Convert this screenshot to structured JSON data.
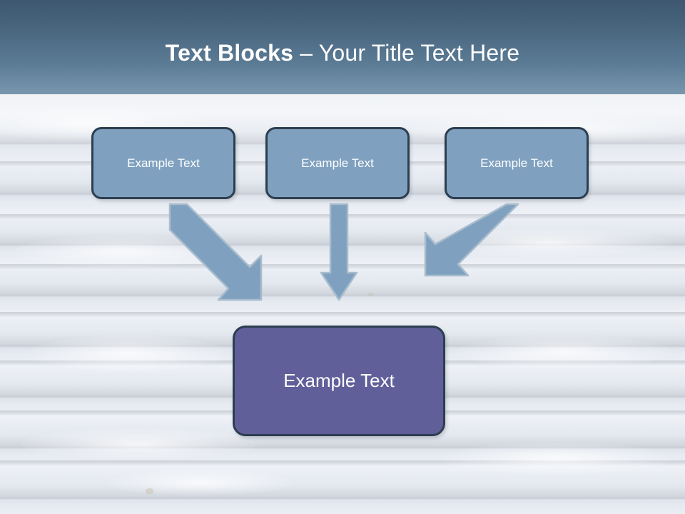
{
  "slide": {
    "title": {
      "bold_part": "Text Blocks ",
      "dash": "– ",
      "light_part": "Your Title Text Here",
      "full": "Text Blocks – Your Title Text Here"
    },
    "theme": {
      "sky_top_color": "#3d5870",
      "sky_bottom_color": "#d5dce5",
      "wood_color": "#e3e8ef",
      "node_top_fill": "#7fa1bf",
      "node_bottom_fill": "#605f99",
      "node_border": "#2c3e50",
      "arrow_fill": "#7fa1bf",
      "arrow_border": "#9fb6cb",
      "text_color": "#ffffff"
    },
    "top_boxes": [
      {
        "label": "Example Text"
      },
      {
        "label": "Example Text"
      },
      {
        "label": "Example Text"
      }
    ],
    "bottom_box": {
      "label": "Example Text"
    },
    "arrows": [
      {
        "name": "arrow-left-diagonal",
        "direction": "down-right"
      },
      {
        "name": "arrow-middle-vertical",
        "direction": "down"
      },
      {
        "name": "arrow-right-diagonal",
        "direction": "down-left"
      }
    ]
  }
}
